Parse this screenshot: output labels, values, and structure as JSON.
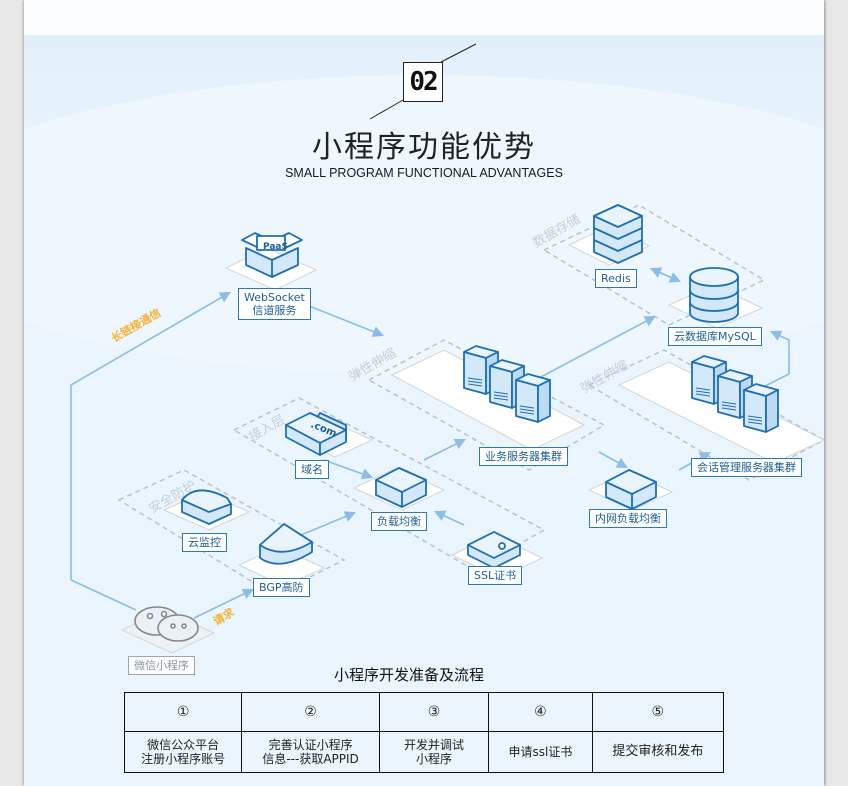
{
  "header": {
    "section_number": "02",
    "title": "小程序功能优势",
    "subtitle": "SMALL PROGRAM FUNCTIONAL ADVANTAGES"
  },
  "diagram": {
    "zones": {
      "data_storage": "数据存储",
      "elastic_1": "弹性伸缩",
      "elastic_2": "弹性伸缩",
      "access_layer": "接入层",
      "security": "安全防护"
    },
    "annotations": {
      "long_connection": "长链接通信",
      "request": "请求"
    },
    "nodes": {
      "websocket_line1": "WebSocket",
      "websocket_line2": "信道服务",
      "paas": "PaaS",
      "redis": "Redis",
      "mysql": "云数据库MySQL",
      "business_cluster": "业务服务器集群",
      "session_cluster": "会话管理服务器集群",
      "domain": "域名",
      "domain_icon_text": ".com",
      "load_balancer": "负载均衡",
      "internal_lb": "内网负载均衡",
      "ssl": "SSL证书",
      "cloud_monitor": "云监控",
      "bgp": "BGP高防",
      "wechat_app": "微信小程序"
    },
    "colors": {
      "stroke": "#1f6fb2",
      "fill": "#d3e8f8",
      "arrow": "#8dbce6",
      "dash": "#b9c2cb"
    }
  },
  "flow": {
    "title": "小程序开发准备及流程",
    "steps": [
      {
        "num": "①",
        "line1": "微信公众平台",
        "line2": "注册小程序账号"
      },
      {
        "num": "②",
        "line1": "完善认证小程序",
        "line2": "信息---获取APPID"
      },
      {
        "num": "③",
        "line1": "开发并调试",
        "line2": "小程序"
      },
      {
        "num": "④",
        "line1": "申请ssl证书",
        "line2": ""
      },
      {
        "num": "⑤",
        "line1": "提交审核和发布",
        "line2": ""
      }
    ]
  }
}
